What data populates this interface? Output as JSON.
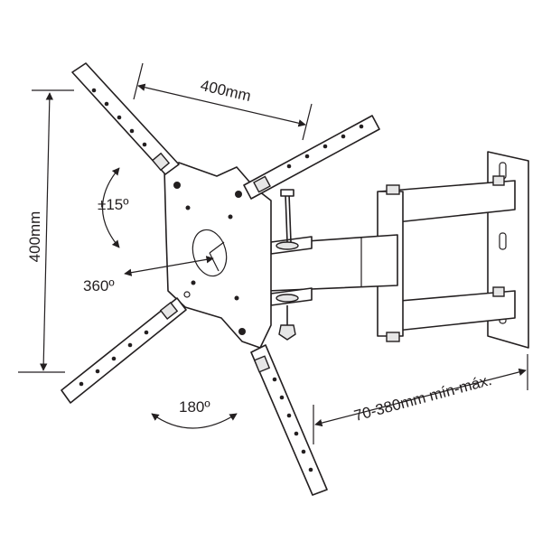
{
  "labels": {
    "width_dim": "400mm",
    "height_dim": "400mm",
    "tilt": "±15º",
    "rotation": "360º",
    "swivel": "180º",
    "extension": "70-380mm mín-máx."
  },
  "colors": {
    "line": "#231f20",
    "background": "#ffffff"
  }
}
